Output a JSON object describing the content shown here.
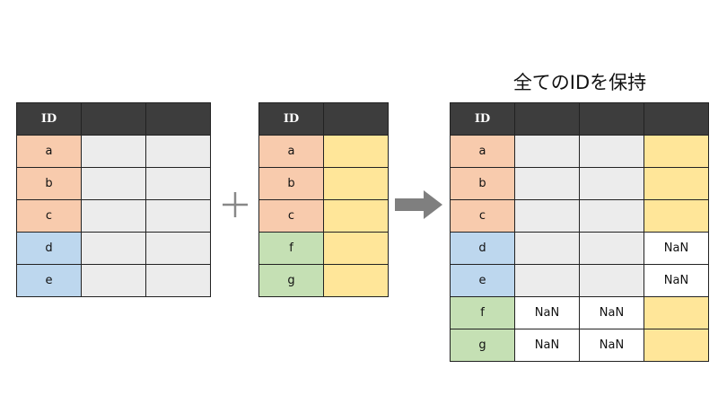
{
  "title": "全てのIDを保持",
  "colors": {
    "header": "#3d3d3d",
    "orange": "#f8cbad",
    "blue": "#bdd7ee",
    "green": "#c5e0b4",
    "gray": "#ececec",
    "yellow": "#ffe699"
  },
  "tables": {
    "left": {
      "header": [
        "ID",
        "",
        ""
      ],
      "rows": [
        [
          [
            "a",
            "o"
          ],
          [
            "",
            "n"
          ],
          [
            "",
            "n"
          ]
        ],
        [
          [
            "b",
            "o"
          ],
          [
            "",
            "n"
          ],
          [
            "",
            "n"
          ]
        ],
        [
          [
            "c",
            "o"
          ],
          [
            "",
            "n"
          ],
          [
            "",
            "n"
          ]
        ],
        [
          [
            "d",
            "b"
          ],
          [
            "",
            "n"
          ],
          [
            "",
            "n"
          ]
        ],
        [
          [
            "e",
            "b"
          ],
          [
            "",
            "n"
          ],
          [
            "",
            "n"
          ]
        ]
      ]
    },
    "mid": {
      "header": [
        "ID",
        ""
      ],
      "rows": [
        [
          [
            "a",
            "o"
          ],
          [
            "",
            "y"
          ]
        ],
        [
          [
            "b",
            "o"
          ],
          [
            "",
            "y"
          ]
        ],
        [
          [
            "c",
            "o"
          ],
          [
            "",
            "y"
          ]
        ],
        [
          [
            "f",
            "g"
          ],
          [
            "",
            "y"
          ]
        ],
        [
          [
            "g",
            "g"
          ],
          [
            "",
            "y"
          ]
        ]
      ]
    },
    "right": {
      "header": [
        "ID",
        "",
        "",
        ""
      ],
      "rows": [
        [
          [
            "a",
            "o"
          ],
          [
            "",
            "n"
          ],
          [
            "",
            "n"
          ],
          [
            "",
            "y"
          ]
        ],
        [
          [
            "b",
            "o"
          ],
          [
            "",
            "n"
          ],
          [
            "",
            "n"
          ],
          [
            "",
            "y"
          ]
        ],
        [
          [
            "c",
            "o"
          ],
          [
            "",
            "n"
          ],
          [
            "",
            "n"
          ],
          [
            "",
            "y"
          ]
        ],
        [
          [
            "d",
            "b"
          ],
          [
            "",
            "n"
          ],
          [
            "",
            "n"
          ],
          [
            "NaN",
            "w"
          ]
        ],
        [
          [
            "e",
            "b"
          ],
          [
            "",
            "n"
          ],
          [
            "",
            "n"
          ],
          [
            "NaN",
            "w"
          ]
        ],
        [
          [
            "f",
            "g"
          ],
          [
            "NaN",
            "w"
          ],
          [
            "NaN",
            "w"
          ],
          [
            "",
            "y"
          ]
        ],
        [
          [
            "g",
            "g"
          ],
          [
            "NaN",
            "w"
          ],
          [
            "NaN",
            "w"
          ],
          [
            "",
            "y"
          ]
        ]
      ]
    }
  }
}
